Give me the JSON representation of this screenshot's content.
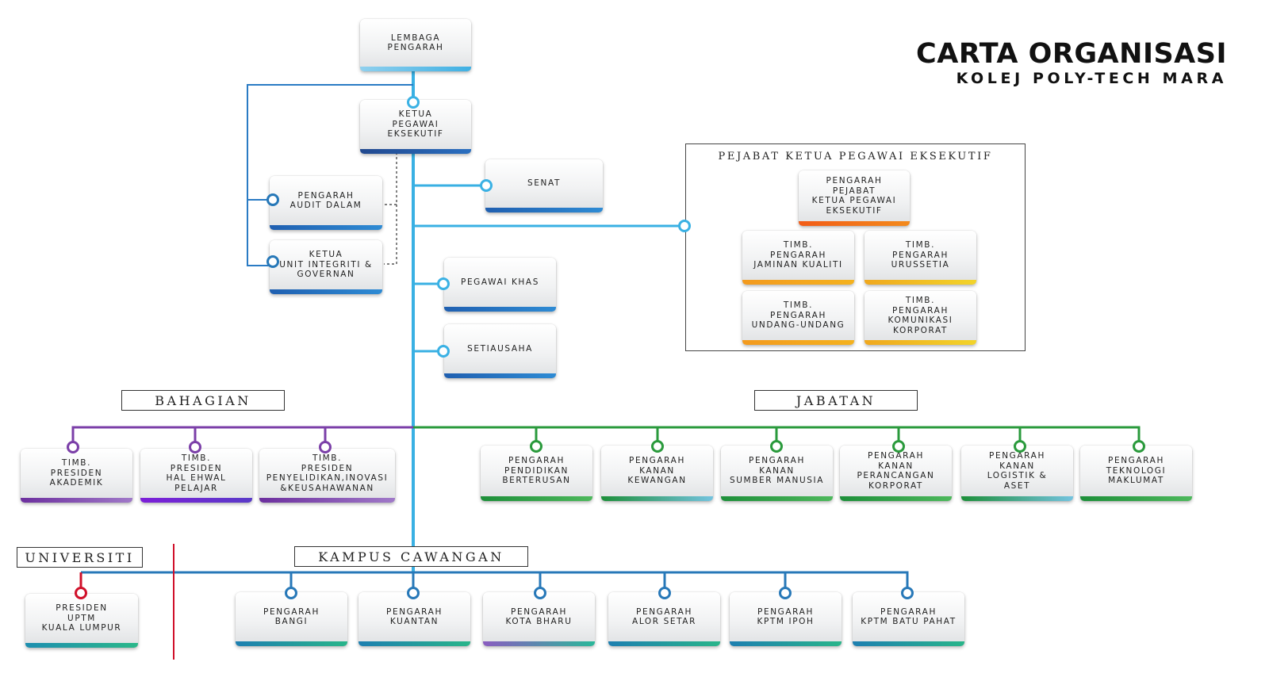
{
  "title": "CARTA ORGANISASI",
  "subtitle": "KOLEJ POLY-TECH MARA",
  "top": {
    "lembaga": "LEMBAGA\nPENGARAH",
    "ketua": "KETUA\nPEGAWAI\nEKSEKUTIF",
    "audit": "PENGARAH\nAUDIT DALAM",
    "integriti": "KETUA\nUNIT INTEGRITI &\nGOVERNAN",
    "senat": "SENAT",
    "pegawai_khas": "PEGAWAI KHAS",
    "setiausaha": "SETIAUSAHA"
  },
  "office": {
    "heading": "PEJABAT KETUA PEGAWAI EKSEKUTIF",
    "director": "PENGARAH\nPEJABAT\nKETUA PEGAWAI\nEKSEKUTIF",
    "deputies": [
      "TIMB.\nPENGARAH\nJAMINAN KUALITI",
      "TIMB.\nPENGARAH\nURUSSETIA",
      "TIMB.\nPENGARAH\nUNDANG-UNDANG",
      "TIMB.\nPENGARAH\nKOMUNIKASI\nKORPORAT"
    ]
  },
  "bahagian": {
    "heading": "BAHAGIAN",
    "items": [
      "TIMB.\nPRESIDEN\nAKADEMIK",
      "TIMB.\nPRESIDEN\nHAL EHWAL\nPELAJAR",
      "TIMB.\nPRESIDEN\nPENYELIDIKAN,INOVASI\n&KEUSAHAWANAN"
    ]
  },
  "jabatan": {
    "heading": "JABATAN",
    "items": [
      "PENGARAH\nPENDIDIKAN\nBERTERUSAN",
      "PENGARAH\nKANAN\nKEWANGAN",
      "PENGARAH\nKANAN\nSUMBER MANUSIA",
      "PENGARAH\nKANAN\nPERANCANGAN\nKORPORAT",
      "PENGARAH\nKANAN\nLOGISTIK &\nASET",
      "PENGARAH\nTEKNOLOGI\nMAKLUMAT"
    ]
  },
  "universiti": {
    "heading": "UNIVERSITI",
    "item": "PRESIDEN\nUPTM\nKUALA LUMPUR"
  },
  "kampus": {
    "heading": "KAMPUS CAWANGAN",
    "items": [
      "PENGARAH\nBANGI",
      "PENGARAH\nKUANTAN",
      "PENGARAH\nKOTA BHARU",
      "PENGARAH\nALOR SETAR",
      "PENGARAH\nKPTM IPOH",
      "PENGARAH\nKPTM BATU PAHAT"
    ]
  },
  "colors": {
    "main_line": "#39b0e3",
    "bahagian_line": "#7b3fa8",
    "jabatan_line": "#2a9a3c",
    "kampus_line": "#2778b8",
    "universiti_accent": "#d0102a"
  }
}
